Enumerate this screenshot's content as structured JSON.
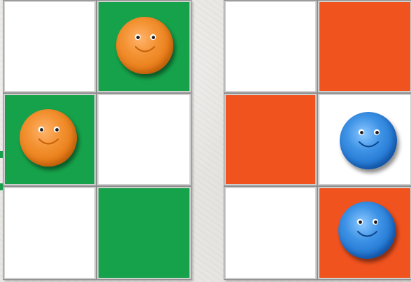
{
  "colors": {
    "green": "#16a24a",
    "orange": "#f1531f",
    "white": "#ffffff",
    "token_orange": "#f39232",
    "token_blue": "#3e93e6"
  },
  "boards": [
    {
      "id": "left",
      "cells": [
        [
          "white",
          "green"
        ],
        [
          "green",
          "white"
        ],
        [
          "white",
          "green"
        ]
      ],
      "tokens": [
        {
          "row": 0,
          "col": 1,
          "color": "orange",
          "icon": "smiley-face-icon"
        },
        {
          "row": 1,
          "col": 0,
          "color": "orange",
          "icon": "smiley-face-icon"
        }
      ]
    },
    {
      "id": "right",
      "cells": [
        [
          "white",
          "orange"
        ],
        [
          "orange",
          "white"
        ],
        [
          "white",
          "orange"
        ]
      ],
      "tokens": [
        {
          "row": 1,
          "col": 1,
          "color": "blue",
          "icon": "smiley-face-icon"
        },
        {
          "row": 2,
          "col": 1,
          "color": "blue",
          "icon": "smiley-face-icon"
        }
      ]
    }
  ]
}
